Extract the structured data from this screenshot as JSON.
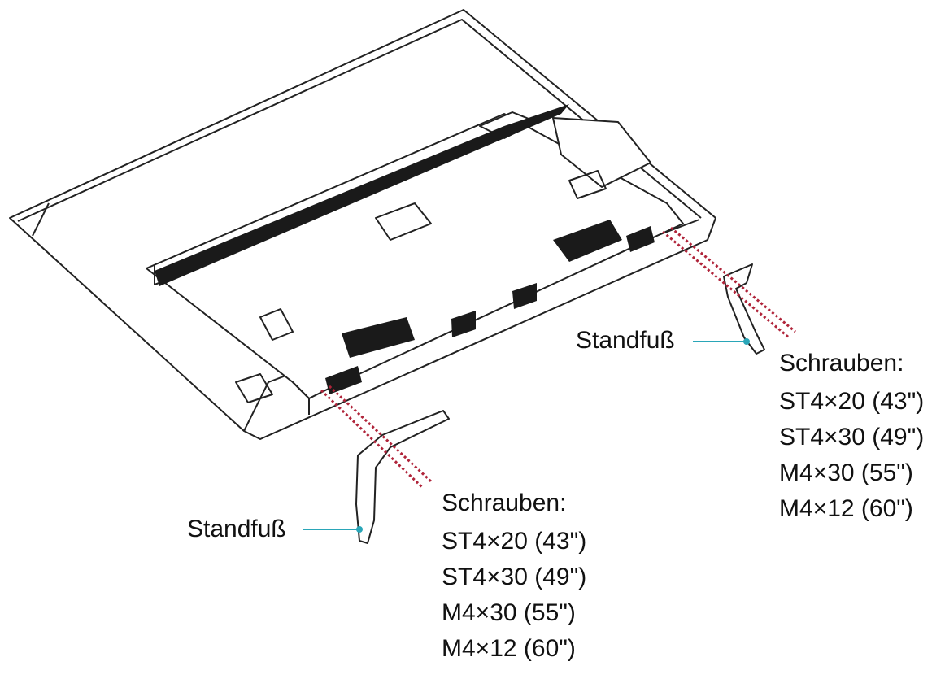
{
  "callouts": {
    "right": {
      "stand_label": "Standfuß",
      "screws_title": "Schrauben:",
      "screws": [
        "ST4×20 (43\")",
        "ST4×30 (49\")",
        "M4×30 (55\")",
        "M4×12 (60\")"
      ]
    },
    "left": {
      "stand_label": "Standfuß",
      "screws_title": "Schrauben:",
      "screws": [
        "ST4×20 (43\")",
        "ST4×30 (49\")",
        "M4×30 (55\")",
        "M4×12 (60\")"
      ]
    }
  },
  "colors": {
    "outline": "#222222",
    "vent": "#1a1a1a",
    "leader_line": "#2aa6b8",
    "screw_path": "#b0243a"
  }
}
